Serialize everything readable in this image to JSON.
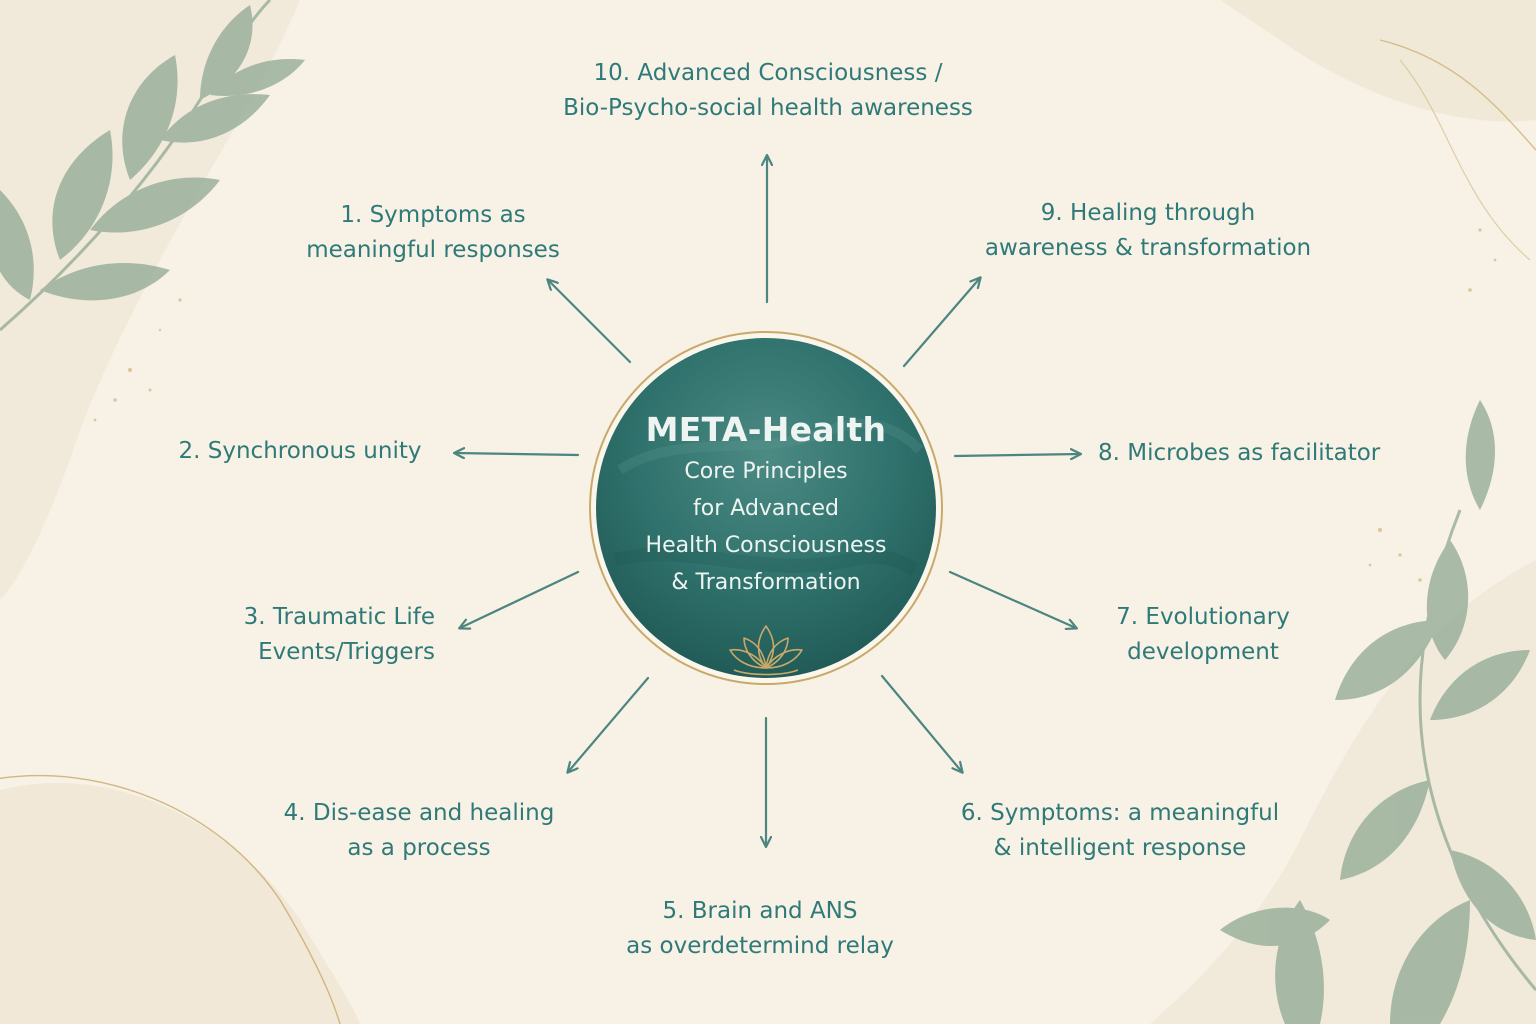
{
  "center": {
    "title": "META-Health",
    "subtitle_lines": [
      "Core Principles",
      "for Advanced",
      "Health Consciousness",
      "& Transformation"
    ],
    "emblem_icon": "lotus-icon"
  },
  "principles": [
    {
      "lines": [
        "10. Advanced Consciousness /",
        "Bio-Psycho-social health awareness"
      ]
    },
    {
      "lines": [
        "1. Symptoms as",
        "meaningful responses"
      ]
    },
    {
      "lines": [
        "9. Healing through",
        "awareness & transformation"
      ]
    },
    {
      "lines": [
        "2. Synchronous unity"
      ]
    },
    {
      "lines": [
        "8. Microbes as facilitator"
      ]
    },
    {
      "lines": [
        "3. Traumatic Life",
        "Events/Triggers"
      ]
    },
    {
      "lines": [
        "7. Evolutionary",
        "development"
      ]
    },
    {
      "lines": [
        "4. Dis-ease and healing",
        "as a process"
      ]
    },
    {
      "lines": [
        "5. Brain and ANS",
        "as overdetermind relay"
      ]
    },
    {
      "lines": [
        "6. Symptoms: a meaningful",
        "& intelligent response"
      ]
    }
  ],
  "colors": {
    "background": "#f7f1e6",
    "text_teal": "#2f7a78",
    "arrow": "#4d8580",
    "circle_dark": "#2c6d68",
    "circle_ring": "#c9a96a",
    "leaf_green": "#8fa892"
  },
  "decor_icons": [
    "leaf-branch-icon",
    "leaf-branch-icon"
  ]
}
